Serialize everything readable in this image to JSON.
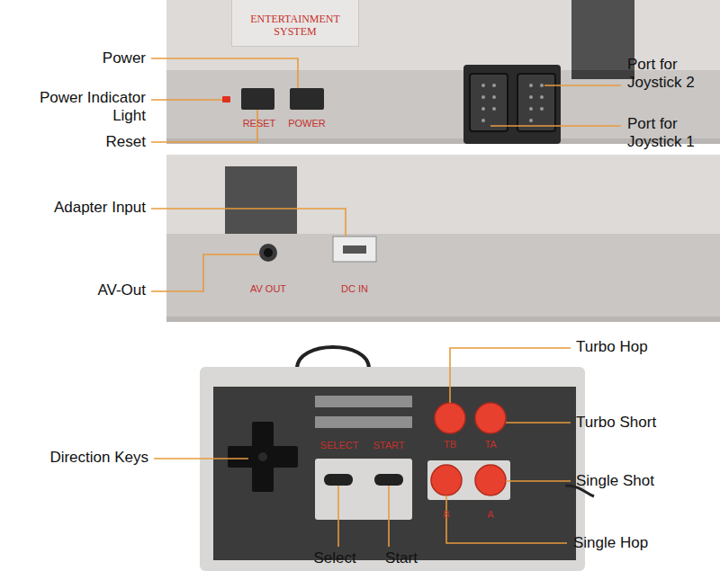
{
  "diagram": {
    "nodes": [
      {
        "text": [
          "ENTERTAINMENT SYSTEM"
        ]
      }
    ],
    "labels": [
      "Power",
      "Power Indicator Light",
      "RESET",
      "POWER",
      "Reset",
      "Port for Joystick 2",
      "Port for Joystick 1",
      "Adapter Input",
      "AV-Out",
      "AV OUT",
      "DC IN",
      "Turbo Hop",
      "Turbo Short",
      "TB",
      "TA",
      "SELECT",
      "START",
      "Direction Keys",
      "Single Shot",
      "B",
      "A",
      "Single Hop",
      "Select",
      "Start"
    ]
  }
}
